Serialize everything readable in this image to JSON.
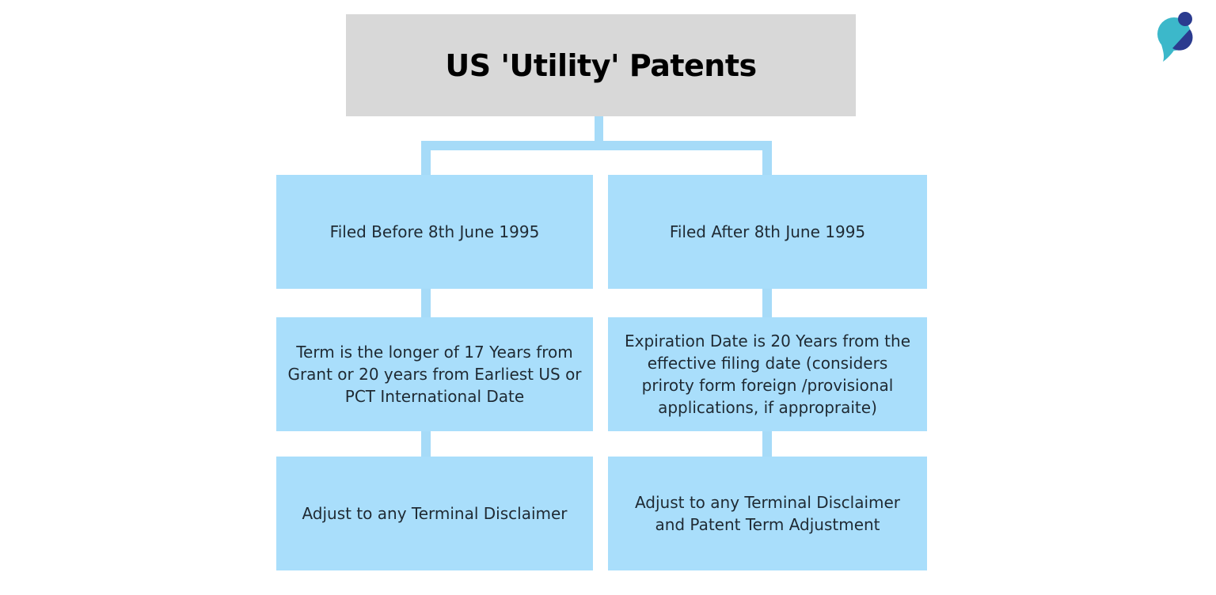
{
  "page": {
    "background": "#ffffff"
  },
  "logo": {
    "name": "brand-logo",
    "teal": "#3cb8ca",
    "navy": "#2b3b8f"
  },
  "title": {
    "label": "US 'Utility' Patents",
    "bg": "#d8d8d8",
    "color": "#000000"
  },
  "flowchart": {
    "box_bg": "#a9defb",
    "connector_color": "#a6dbf8",
    "text_color": "#1f2a33",
    "left_column": {
      "box1": "Filed Before 8th June 1995",
      "box2": "Term is the longer of 17 Years from\nGrant or 20 years from Earliest US or\nPCT International Date",
      "box3": "Adjust to any Terminal Disclaimer"
    },
    "right_column": {
      "box1": "Filed After 8th June 1995",
      "box2": "Expiration Date is 20 Years from the\neffective filing date (considers\npriroty form foreign /provisional\napplications, if appropraite)",
      "box3": "Adjust to any Terminal Disclaimer\nand Patent Term Adjustment"
    }
  }
}
